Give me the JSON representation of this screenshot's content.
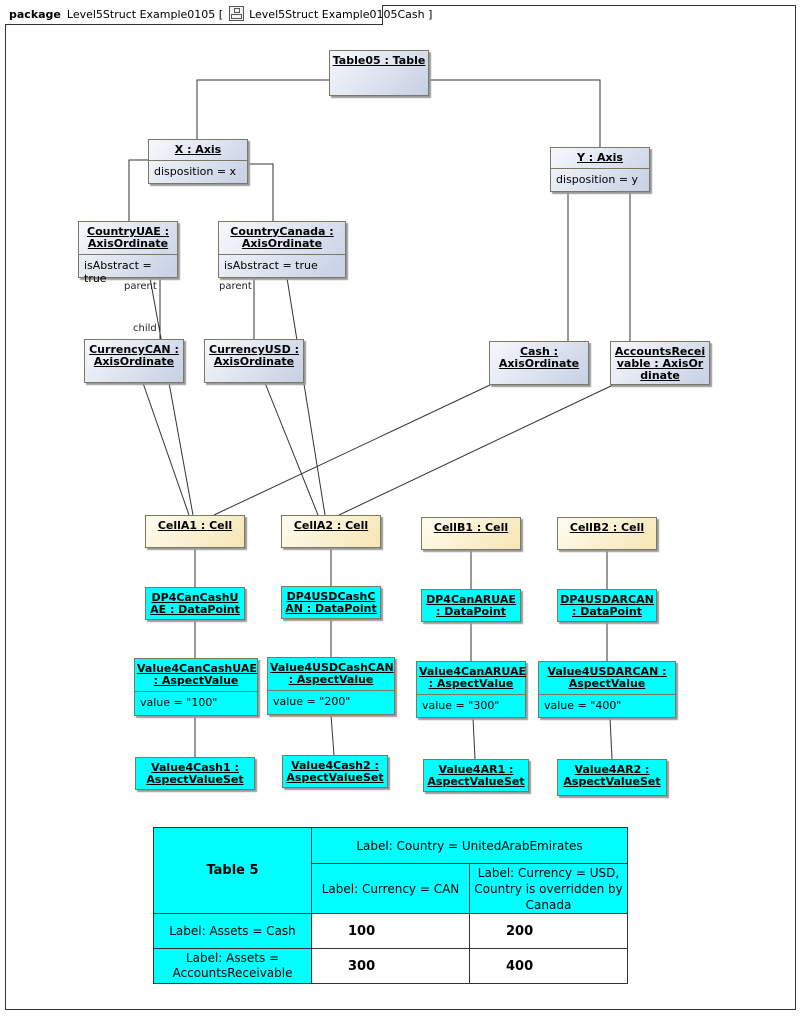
{
  "package": {
    "keyword": "package",
    "name": "Level5Struct Example0105",
    "bracket_open": "[",
    "diagram": "Level5Struct Example0105Cash",
    "bracket_close": "]",
    "icon": "package-diagram-icon"
  },
  "nodes": {
    "table05": {
      "title": "Table05 : Table"
    },
    "x_axis": {
      "title": "X : Axis",
      "attr": "disposition = x"
    },
    "y_axis": {
      "title": "Y : Axis",
      "attr": "disposition = y"
    },
    "country_uae": {
      "title": "CountryUAE : AxisOrdinate",
      "attr": "isAbstract = true"
    },
    "country_canada": {
      "title": "CountryCanada : AxisOrdinate",
      "attr": "isAbstract = true"
    },
    "currency_can": {
      "title": "CurrencyCAN : AxisOrdinate"
    },
    "currency_usd": {
      "title": "CurrencyUSD : AxisOrdinate"
    },
    "cash": {
      "title": "Cash : AxisOrdinate"
    },
    "accounts_receivable": {
      "title": "AccountsReceivable : AxisOrdinate"
    },
    "cell_a1": {
      "title": "CellA1 : Cell"
    },
    "cell_a2": {
      "title": "CellA2 : Cell"
    },
    "cell_b1": {
      "title": "CellB1 : Cell"
    },
    "cell_b2": {
      "title": "CellB2 : Cell"
    },
    "dp_a1": {
      "title": "DP4CanCashUAE : DataPoint"
    },
    "dp_a2": {
      "title": "DP4USDCashCAN : DataPoint"
    },
    "dp_b1": {
      "title": "DP4CanARUAE : DataPoint"
    },
    "dp_b2": {
      "title": "DP4USDARCAN : DataPoint"
    },
    "av_a1": {
      "title": "Value4CanCashUAE : AspectValue",
      "attr": "value = \"100\""
    },
    "av_a2": {
      "title": "Value4USDCashCAN : AspectValue",
      "attr": "value = \"200\""
    },
    "av_b1": {
      "title": "Value4CanARUAE : AspectValue",
      "attr": "value = \"300\""
    },
    "av_b2": {
      "title": "Value4USDARCAN : AspectValue",
      "attr": "value = \"400\""
    },
    "avs_a1": {
      "title": "Value4Cash1 : AspectValueSet"
    },
    "avs_a2": {
      "title": "Value4Cash2 : AspectValueSet"
    },
    "avs_b1": {
      "title": "Value4AR1 : AspectValueSet"
    },
    "avs_b2": {
      "title": "Value4AR2 : AspectValueSet"
    }
  },
  "role_labels": {
    "parent_uae": "parent",
    "parent_canada": "parent",
    "child_can": "child"
  },
  "table": {
    "title": "Table 5",
    "country_header": "Label: Country = UnitedArabEmirates",
    "col1": "Label: Currency = CAN",
    "col2": "Label: Currency = USD, Country is overridden by Canada",
    "row1": "Label: Assets = Cash",
    "row2": "Label: Assets = AccountsReceivable",
    "v11": "100",
    "v12": "200",
    "v21": "300",
    "v22": "400"
  },
  "colors": {
    "class_fill": "#c6d0e4",
    "cell_fill": "#f6e6b4",
    "datapoint_fill": "#00ffff"
  }
}
